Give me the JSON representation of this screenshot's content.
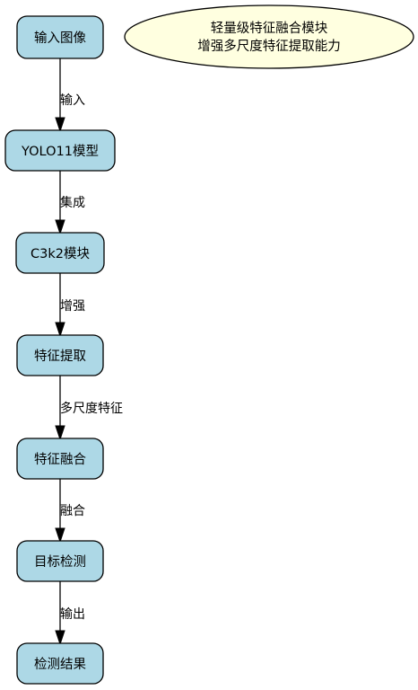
{
  "nodes": [
    {
      "label": "输入图像"
    },
    {
      "label": "YOLO11模型"
    },
    {
      "label": "C3k2模块"
    },
    {
      "label": "特征提取"
    },
    {
      "label": "特征融合"
    },
    {
      "label": "目标检测"
    },
    {
      "label": "检测结果"
    }
  ],
  "edges": [
    {
      "label": "输入"
    },
    {
      "label": "集成"
    },
    {
      "label": "增强"
    },
    {
      "label": "多尺度特征"
    },
    {
      "label": "融合"
    },
    {
      "label": "输出"
    }
  ],
  "note": {
    "line1": "轻量级特征融合模块",
    "line2": "增强多尺度特征提取能力"
  },
  "colors": {
    "node_fill": "#add8e6",
    "note_fill": "#ffffe0",
    "stroke": "#000000"
  }
}
